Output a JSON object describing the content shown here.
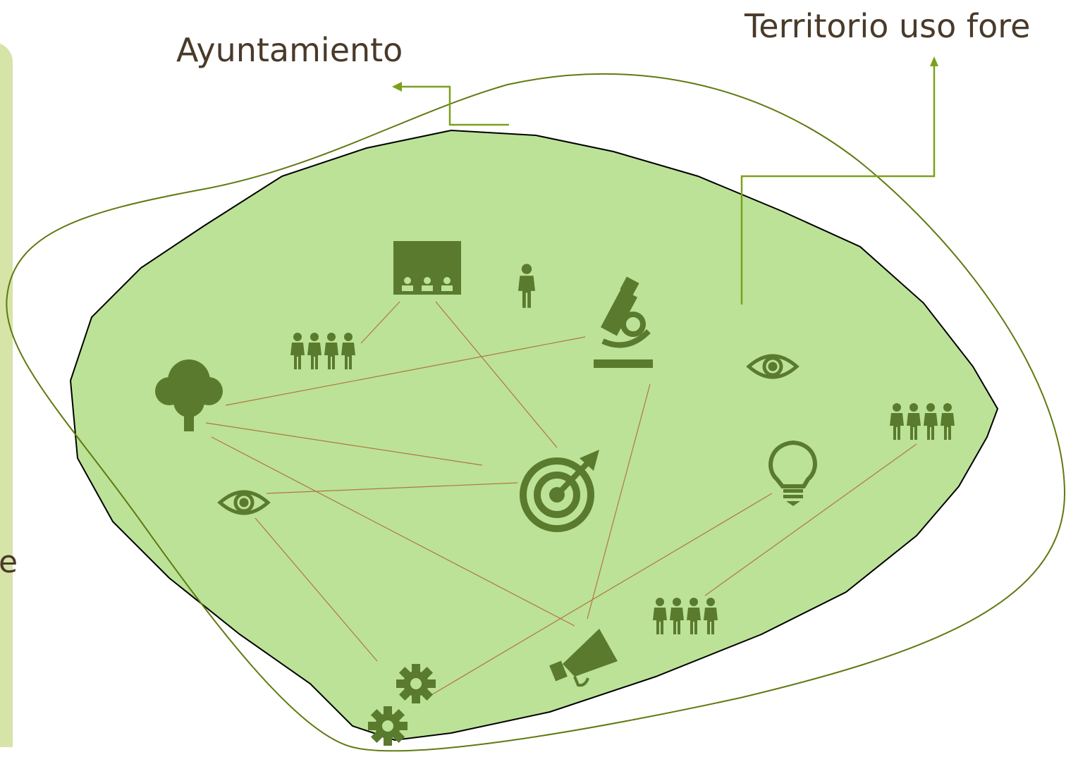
{
  "labels": {
    "ayuntamiento": "Ayuntamiento",
    "territorio": "Territorio uso  fore",
    "side_fragment": "e"
  },
  "colors": {
    "land_fill": "#bce297",
    "icon": "#5a7a2e",
    "outline": "#5f7a10",
    "arrow": "#7ba11a",
    "connector": "#b0773e",
    "side_panel": "#d6e4a7",
    "text": "#4a3a2a"
  },
  "icons": [
    "audience-icon",
    "person-icon",
    "group-icon",
    "microscope-icon",
    "tree-icon",
    "eye-icon",
    "group-icon",
    "target-icon",
    "lightbulb-icon",
    "eye-icon",
    "group-icon",
    "megaphone-icon",
    "gears-icon"
  ]
}
